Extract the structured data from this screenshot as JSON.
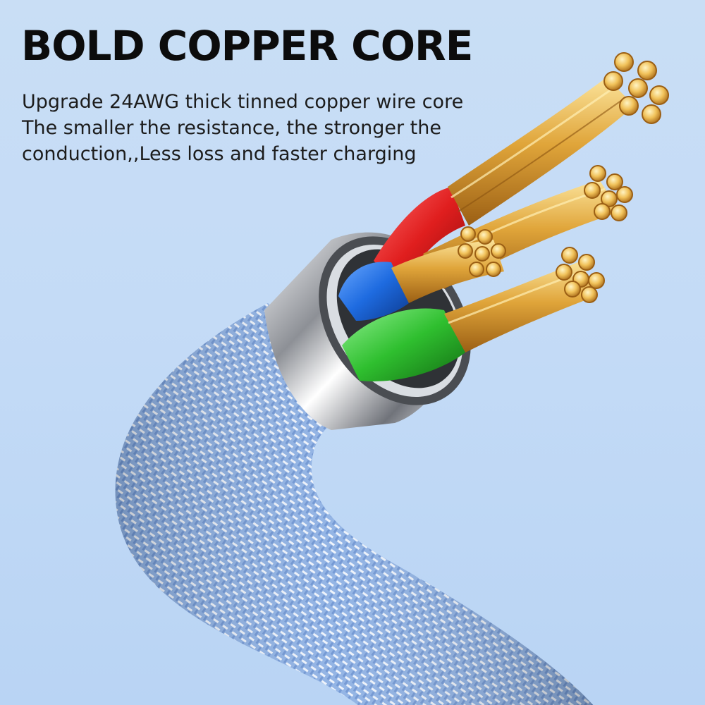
{
  "headline": "BOLD COPPER CORE",
  "description": {
    "lines": [
      "Upgrade 24AWG thick tinned copper wire core",
      "The smaller the resistance, the stronger the",
      "conduction,,Less loss and faster charging"
    ]
  },
  "colors": {
    "background": "#c5dcf6",
    "braid": "#8fb2e3",
    "copper": "#e0a53a",
    "red_insulation": "#e01e1e",
    "blue_insulation": "#1e6be0",
    "green_insulation": "#2fbf2f",
    "shield": "#d7dbe0"
  }
}
